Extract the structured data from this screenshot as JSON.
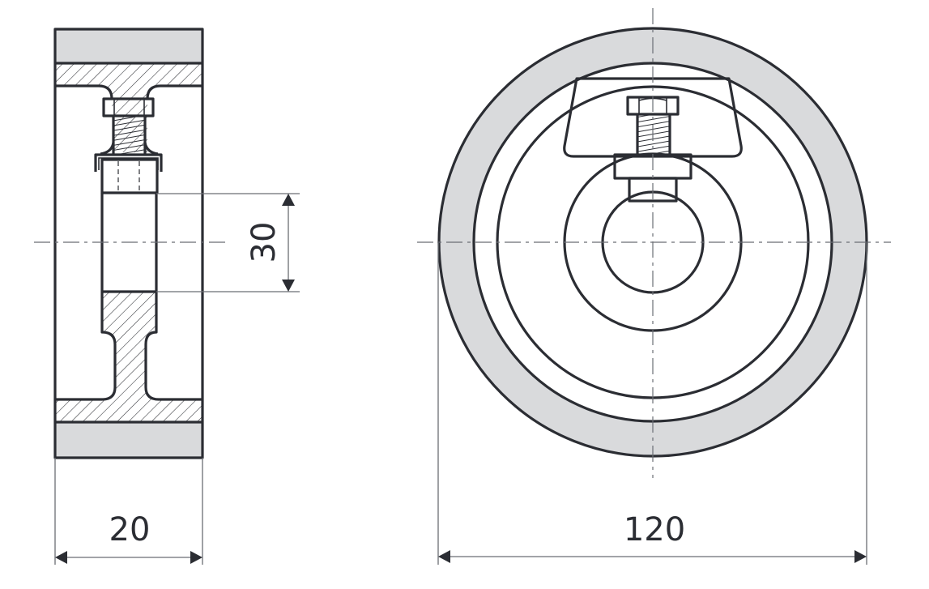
{
  "drawing": {
    "type": "technical-drawing",
    "views": [
      {
        "name": "side-section-view",
        "description": "Section view of wheel with clamp and bolt"
      },
      {
        "name": "front-view",
        "description": "Front view of wheel with clamp, bolt and bore"
      }
    ],
    "colors": {
      "line": "#2b2d33",
      "centerline": "#6b6e74",
      "tire_fill": "#d9dadc",
      "background": "#ffffff"
    }
  },
  "dimensions": {
    "width": {
      "value": "20",
      "label": "20"
    },
    "bore": {
      "value": "30",
      "label": "30"
    },
    "diameter": {
      "value": "120",
      "label": "120"
    }
  }
}
